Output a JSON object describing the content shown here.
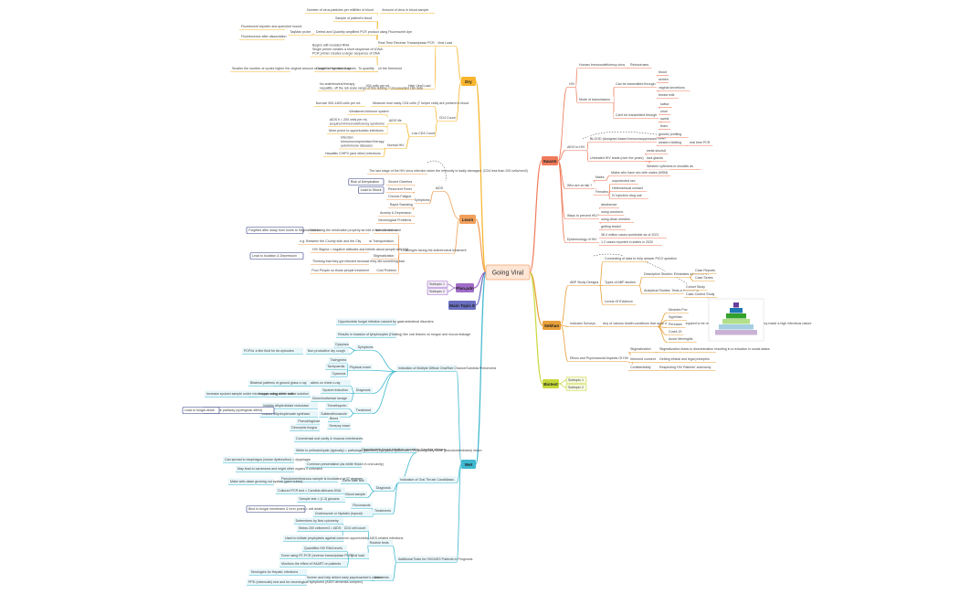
{
  "central": {
    "label": "Going Viral",
    "fill": "#fde6d6",
    "stroke": "#f4a36b"
  },
  "colors": {
    "dry": "#f7b52c",
    "swarm": "#ef7b5a",
    "shedd": "#e8a03a",
    "biology": "#f3a35a",
    "learn": "#f0a05a",
    "ttadi": "#c7d83a",
    "wet": "#3fb8cf",
    "plan": "#a06cc8",
    "main": "#6a6fc0"
  },
  "branches": [
    {
      "id": "dry",
      "label": "Dry",
      "color": "dry"
    },
    {
      "id": "swarm",
      "label": "Swarm",
      "color": "swarm"
    },
    {
      "id": "learn",
      "label": "Learn",
      "color": "learn"
    },
    {
      "id": "plan",
      "label": "Plan.pdn",
      "color": "plan"
    },
    {
      "id": "main",
      "label": "Main Topic 8",
      "color": "main"
    },
    {
      "id": "shedd",
      "label": "Sekhan",
      "color": "shedd"
    },
    {
      "id": "ttadi",
      "label": "Biotest",
      "color": "ttadi"
    },
    {
      "id": "wet",
      "label": "Wet",
      "color": "wet"
    }
  ],
  "dry": {
    "viral_load": "Viral Load",
    "rt_pcr": "Real Time Reverse Transcriptase PCR",
    "rt_pcr_items": [
      "Number of virus particles per milliliter of blood",
      "Sample of patient's blood",
      "Detect and Quantity amplified PCR product using Fluorescent dye",
      "Begins with isolated RNA\nSingle primer creates a short sequence of cDNA\nPCR primer creates a larger sequence of DNA",
      "Count the number of cycles required to reach the threshold"
    ],
    "amount": "Amount of virus in blood sample",
    "taqman": "TaqMan probe",
    "taqman_items": [
      "Fluorescent reporter and quencher bound",
      "Fluorescence after dissociation"
    ],
    "quantify": "To quantify",
    "smaller_cycles": "Smaller the number of cycles higher the original amount of target = High viral load",
    "high_vl": "High Viral Load",
    "vl_50000": "50,000 cells per mL",
    "vl_note": "No antiretroviral therapy\nHepatitis, off the lab scale range of this testing = Unconverted Lab data",
    "cd4": "CD4 Count",
    "cd4_note": "Measure how many CD4 cells (T helper cells) are present in blood",
    "cd4_range": "Normal: 500-1600 cells per mL",
    "cd4_count": "Low CD4 Count",
    "aids": "AIDS life",
    "aids_items": [
      "Weakened immune system",
      "AIDS fi = 200 cells per mL\nacquired immunodeficiency syndrome",
      "More prone to opportunistic infections"
    ],
    "normal_hiv": "Normal HIV",
    "normal_items": [
      "Infection\nImmunocompromised therapy\nautoimmune diseases",
      "Hepatitis C/HPV (and other) infections"
    ]
  },
  "swarm": {
    "hiv": "HIV",
    "hiv_items": [
      "Human Immunodeficiency virus",
      "Retroviruses",
      "Mode of transmission"
    ],
    "can_be": "Can be transmitted through",
    "can_items": [
      "blood",
      "semen",
      "vaginal secretions",
      "breast milk"
    ],
    "cannot_be": "Can't be transmitted through",
    "cannot_items": [
      "saliva",
      "urine",
      "sweat",
      "tears"
    ],
    "aids_hiv": "AIDS to HIV",
    "aids_hiv_items": [
      "BLOOD (Assigned-based immunosuppressed state)",
      "Untreated HIV leads (over the years)"
    ],
    "aids_sub": [
      "genetic profiling",
      "western blotting",
      "real time PCR"
    ],
    "aids_untreated": [
      "weak stoolsA",
      "lack glands",
      "Western cyfeness in sinusitis as"
    ],
    "who_risk": "Who are at risk ?",
    "males": "Males",
    "males_items": [
      "Males who have sex with males (MSM)"
    ],
    "females": "Females",
    "female_items": [
      "unprotected sex",
      "Heterosexual contact",
      "IV Injection drug use"
    ],
    "prevent": "Ways to prevent HIV?",
    "prevent_items": [
      "abstinence",
      "using condoms",
      "using clean needles",
      "getting tested"
    ],
    "epi": "Epidemiology of HIV",
    "epi_items": [
      "38.4 million cases worldwide as of 2021",
      "1.2 cases reported in states in 2020"
    ]
  },
  "learn": {
    "aids_label": "AIDS",
    "aids_desc": "The last stage of the HIV virus infection when the immunity is badly damaged. (CD4 less than 200 cells/mm3)",
    "risk": "Risk of Dehydration",
    "lead_to_shock": "Lead to Shock",
    "symptoms": "Symptoms",
    "symptom_items": [
      "Severe Diarrhea",
      "Recurrent Fever",
      "Chronic Fatigue",
      "Rapid Sweating",
      "Anxiety & Depression",
      "Neurological Problems"
    ],
    "non_adherence": "Non adherence",
    "forget": "Forgetful after away from home to Stigmatization",
    "nonadh_detail": "Not taking the medication properly as told in order to take care",
    "cost_tx": "Cost Transportation",
    "cost_detail": "e.g. Between the County side and the City",
    "stigma": "Stigmatization",
    "stigma_detail": "HIV Stigma = negative attitudes and beliefs about people with HIV",
    "stigma_detail2": "Thinking that they got infected because they did something bad",
    "lead_isolation": "Lead to Isolation & Depression",
    "cost_pb": "Cost Problem",
    "cost_pb_detail": "Poor People so those people treatment",
    "challenges": "Challenges facing the antiretroviral treatment"
  },
  "plan": {
    "sub": [
      "Subtopic 1",
      "Subtopic 2"
    ]
  },
  "shedd": {
    "abp": "ABP Study Designs",
    "abp_note": "Connecting of data to help answer PICO question",
    "types": "Types of ABP studies",
    "descriptive": "Descriptive Studies: Eliminates a Hypothesis",
    "desc_items": [
      "Case Reports",
      "Case Series"
    ],
    "analytical": "Analytical Studies: Tests a Hypothesis",
    "anal_items": [
      "Cohort Study",
      "Case-Control Study"
    ],
    "levels": "Levels Of Evidence",
    "indicator": "Indicator Surveys",
    "indicator_note": "Any of various health conditions that upon detection are required to be reported to public health authorities. Policy made a high infectious nature",
    "indicator_items": [
      "Measles Pox",
      "Syphilizis",
      "Pertussis",
      "Covid-19",
      "Acute Meningitis"
    ],
    "ethics": "Ethics and Psychosocial Aspects Of HIV",
    "ethics_items": [
      "Stigmatization",
      "Informed consent",
      "Confidentiality"
    ],
    "ethics_detail": [
      "Stigmatization leads to discrimination resulting in a reduction in social status",
      "Getting ethical and legal principles",
      "Respecting HIV Patients' autonomy"
    ]
  },
  "ttadi": {
    "sub": [
      "Subtopic 1",
      "Subtopic 2"
    ]
  },
  "wet": {
    "oral_hairy": "Indication of Multiple Diffuse Oral/Hair Chance/Candida Pneumonia",
    "oc": "Opportunistic fungal infection caused by gastrointestinal disorders",
    "oc2": "Results in invasion of lymphocytes (Hosting) like oral lesions on tongue and mucus leakage",
    "sympt": "Symptoms",
    "sympt_items": [
      "Dyspnea",
      "Non productive dry cough"
    ],
    "pcp_test": "PCP/or a fine fluid for de-episodes",
    "physical": "Physical exam",
    "phys_items": [
      "Tachypnea",
      "Tachycardia",
      "Cyanosis"
    ],
    "diagnosis": "Diagnosis",
    "diag_items": [
      "Diffuse ground glass opacities on chest x-ray",
      "Sputum induction",
      "Bronchoalveolar lavage"
    ],
    "diag_detail": [
      "Bilateral patterns of ground glass x-ray",
      "Stain fungus using sterile saline solution",
      "Increase sputum sample under microscope using silver stain"
    ],
    "treatment": "Treatment",
    "treat_items": [
      "Trimethoprim",
      "Sulfamethoxazole"
    ],
    "treat_detail": [
      "Inhibits dihydrofolate reductase",
      "Inhibits dihydropteroate synthase"
    ],
    "blocks": "Block folate pathway (synergistic effect)",
    "fungi": "Lead to fungal death",
    "indication2": "Indication of Oral Thrush Candidiasis",
    "oc_info": "Opportunistic fungal infection caused by Candida albicans",
    "oc_info_items": [
      "Commensal oral cavity & mucous membranes",
      "White to yellowish/pale (typically) = pathologic (infective) injury/oral epithelium = Physiologically white (pseudomembrane) lesion"
    ],
    "common": "Common presentation (as white thrush in oral cavity)",
    "common_items": [
      "Can spread to esophagus (worse dysfunction) = dysphagia",
      "May lead to carcinoma and might other organs if untreated"
    ],
    "severe": "Sensory exam",
    "sev_items": [
      "Bleed",
      "Pseudohyphae",
      "Dimorphic fungus"
    ],
    "germ": "Germ tube test",
    "germ_detail": "Pseudomembranous sample is incubated at 37 degrees",
    "germ_detail2": "Make web-dawn growing out system (germ tubes)",
    "diagnosis2": "Diagnosis",
    "blood": "Blood sample",
    "blood_items": [
      "Cultured PCR test = Candida albicans DNA",
      "Sample test = (1-3) glucans"
    ],
    "treatments": "Treatments",
    "treat2_items": [
      "Fluconazole",
      "Clotrimazole or Nystatin (topical)"
    ],
    "treat2_detail": [
      "Inhibits ergosterol (used in cellular)",
      "Pathways of fungal cell membrane"
    ],
    "fungi2": "Bind to fungal membrane & form pores = cell death",
    "additional": "Additional Tests for HIV/AIDS Patients in Prognosis",
    "cd4_count": "CD4 cell count",
    "cd4_items": [
      "Determines by flow cytometry",
      "Below 200 cells/mm3 = AIDS",
      "Used to initiate prophylaxis against common opportunistic AIDS-related infections"
    ],
    "routine": "Routine tests",
    "viral": "Viral load",
    "viral_items": [
      "Quantifies HIV RNA levels",
      "Done using RT-PCR (reverse transcriptase PCR)",
      "Monitors the effect of HAART on patients"
    ],
    "other": "Other tests",
    "other_items": [
      "Screen and help detect early psychoactive's causes"
    ],
    "other_detail": [
      "Serologies for Hepatic infections",
      "PPD (tuberculin) test and for neurological symptoms (AIDS dementia complex)"
    ]
  }
}
